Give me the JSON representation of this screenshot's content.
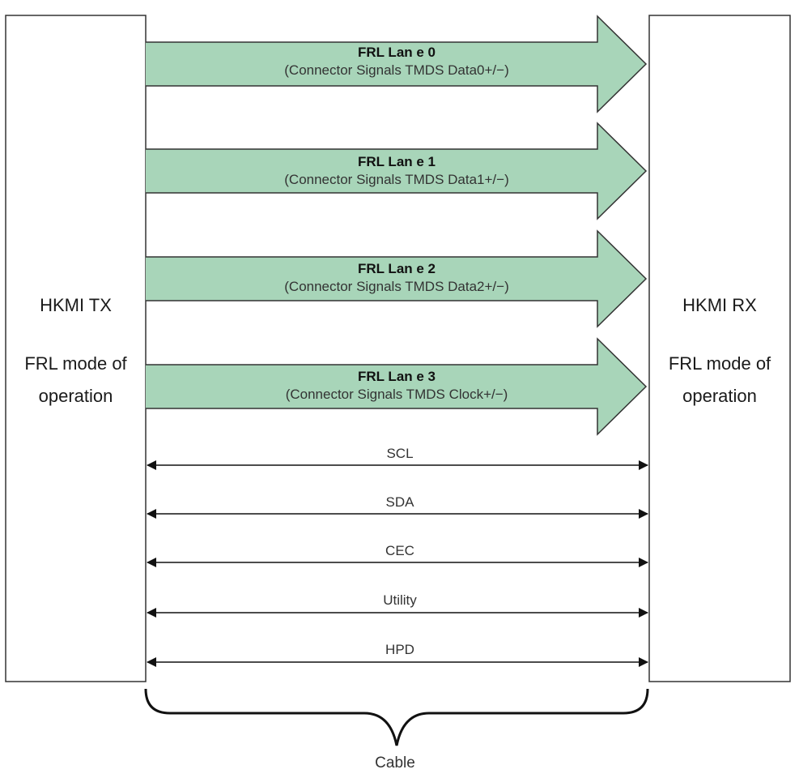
{
  "tx": {
    "title": "HKMI TX",
    "mode_line1": "FRL mode of",
    "mode_line2": "operation"
  },
  "rx": {
    "title": "HKMI RX",
    "mode_line1": "FRL mode of",
    "mode_line2": "operation"
  },
  "lanes": [
    {
      "title": "FRL Lan e 0",
      "subtitle": "(Connector Signals TMDS Data0+/−)"
    },
    {
      "title": "FRL Lan e 1",
      "subtitle": "(Connector Signals TMDS Data1+/−)"
    },
    {
      "title": "FRL Lan e 2",
      "subtitle": "(Connector Signals TMDS Data2+/−)"
    },
    {
      "title": "FRL Lan e 3",
      "subtitle": "(Connector Signals TMDS Clock+/−)"
    }
  ],
  "signals": [
    "SCL",
    "SDA",
    "CEC",
    "Utility",
    "HPD"
  ],
  "cable_label": "Cable",
  "colors": {
    "lane_fill": "#a8d5b9",
    "outline": "#333333"
  }
}
